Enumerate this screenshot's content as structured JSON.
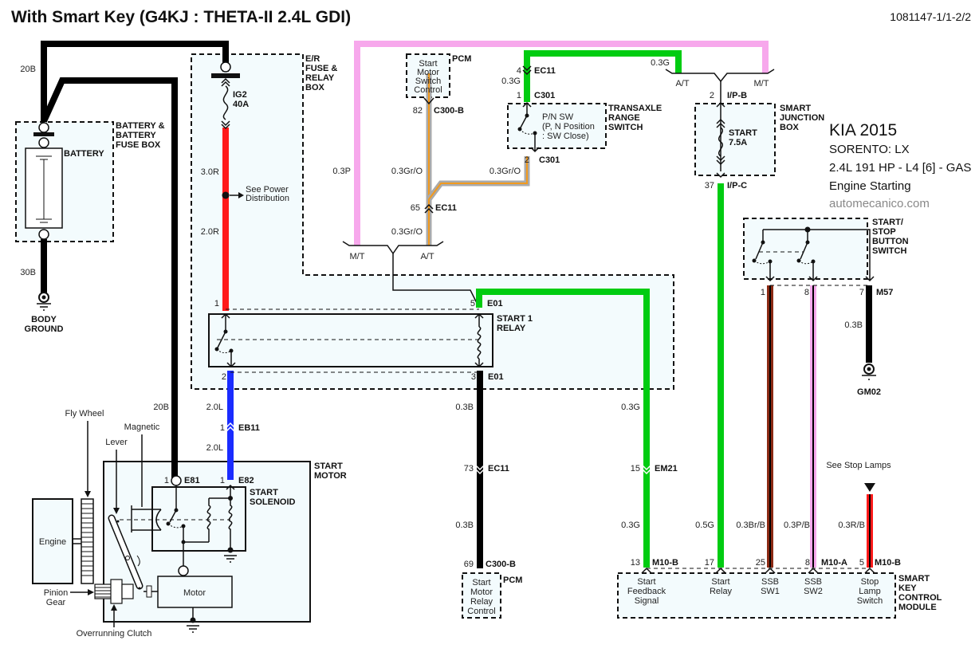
{
  "header": {
    "title": "With Smart Key (G4KJ : THETA-II 2.4L GDI)",
    "doc_id": "1081147-1/1-2/2"
  },
  "vehicle_info": {
    "make_year": "KIA 2015",
    "model": "SORENTO: LX",
    "engine": "2.4L 191 HP - L4  [6]  - GAS",
    "system": "Engine Starting",
    "source": "automecanico.com"
  },
  "colors": {
    "black": "#000000",
    "red": "#ff1a1a",
    "blue": "#1a2cff",
    "green": "#00cc11",
    "pink": "#f7a8ec",
    "gray_orange": "#aaaaaa",
    "orange": "#f29a1d",
    "brown": "#8b2a14",
    "box_fill": "#f3fbfd"
  },
  "components": {
    "battery_box": "BATTERY & BATTERY FUSE BOX",
    "battery": "BATTERY",
    "body_ground": "BODY GROUND",
    "er_box": [
      "E/R",
      "FUSE &",
      "RELAY",
      "BOX"
    ],
    "fuse_ig2": [
      "IG2",
      "40A"
    ],
    "see_power": [
      "See Power",
      "Distribution"
    ],
    "pcm_top": {
      "label": "PCM",
      "text": [
        "Start",
        "Motor",
        "Switch",
        "Control"
      ]
    },
    "transaxle": {
      "label": [
        "TRANSAXLE",
        "RANGE",
        "SWITCH"
      ],
      "text": [
        "P/N SW",
        "(P, N Position",
        ":  SW Close)"
      ]
    },
    "sjb": {
      "label": [
        "SMART",
        "JUNCTION",
        "BOX"
      ],
      "fuse": [
        "START",
        "7.5A"
      ]
    },
    "start1_relay": [
      "START 1",
      "RELAY"
    ],
    "start_stop": [
      "START/",
      "STOP",
      "BUTTON",
      "SWITCH"
    ],
    "gm02": "GM02",
    "start_motor": [
      "START",
      "MOTOR"
    ],
    "start_solenoid": [
      "START",
      "SOLENOID"
    ],
    "engine": "Engine",
    "motor": "Motor",
    "fly_wheel": "Fly Wheel",
    "magnetic": "Magnetic",
    "lever": "Lever",
    "pinion_gear": [
      "Pinion",
      "Gear"
    ],
    "overrunning_clutch": "Overrunning Clutch",
    "pcm_bottom": {
      "label": "PCM",
      "text": [
        "Start",
        "Motor",
        "Relay",
        "Control"
      ]
    },
    "skcm": {
      "label": [
        "SMART",
        "KEY",
        "CONTROL",
        "MODULE"
      ],
      "pins": [
        {
          "pin": "13",
          "text": [
            "Start",
            "Feedback",
            "Signal"
          ]
        },
        {
          "pin": "17",
          "text": [
            "Start",
            "Relay"
          ]
        },
        {
          "pin": "25",
          "text": [
            "SSB",
            "SW1"
          ]
        },
        {
          "pin": "8",
          "text": [
            "SSB",
            "SW2"
          ]
        },
        {
          "pin": "5",
          "text": [
            "Stop",
            "Lamp",
            "Switch"
          ]
        }
      ]
    },
    "see_stop_lamps": "See Stop Lamps"
  },
  "wires": {
    "w20B_top": "20B",
    "w20B_mid": "20B",
    "w30B": "30B",
    "w3_0R": "3.0R",
    "w2_0R": "2.0R",
    "w2_0L_a": "2.0L",
    "w2_0L_b": "2.0L",
    "w0_3P": "0.3P",
    "w0_3GrO_a": "0.3Gr/O",
    "w0_3GrO_b": "0.3Gr/O",
    "w0_3GrO_c": "0.3Gr/O",
    "w0_3G_a": "0.3G",
    "w0_3G_b": "0.3G",
    "w0_3G_c": "0.3G",
    "w0_3G_d": "0.3G",
    "w0_3B_a": "0.3B",
    "w0_3B_b": "0.3B",
    "w0_3B_c": "0.3B",
    "w0_5G": "0.5G",
    "w0_3BrB": "0.3Br/B",
    "w0_3PB": "0.3P/B",
    "w0_3RB": "0.3R/B"
  },
  "connectors": {
    "ec11_4": {
      "pin": "4",
      "name": "EC11"
    },
    "c301_1": {
      "pin": "1",
      "name": "C301"
    },
    "c301_2": {
      "pin": "2",
      "name": "C301"
    },
    "c300b_82": {
      "pin": "82",
      "name": "C300-B"
    },
    "ec11_65": {
      "pin": "65",
      "name": "EC11"
    },
    "ipb_2": {
      "pin": "2",
      "name": "I/P-B"
    },
    "ipc_37": {
      "pin": "37",
      "name": "I/P-C"
    },
    "e01_1": {
      "pin": "1",
      "name": ""
    },
    "e01_5": {
      "pin": "5",
      "name": "E01"
    },
    "e01_2": {
      "pin": "2",
      "name": ""
    },
    "e01_3": {
      "pin": "3",
      "name": "E01"
    },
    "eb11_1": {
      "pin": "1",
      "name": "EB11"
    },
    "e81_1": {
      "pin": "1",
      "name": "E81"
    },
    "e82_1": {
      "pin": "1",
      "name": "E82"
    },
    "ec11_73": {
      "pin": "73",
      "name": "EC11"
    },
    "em21_15": {
      "pin": "15",
      "name": "EM21"
    },
    "c300b_69": {
      "pin": "69",
      "name": "C300-B"
    },
    "m57_1": {
      "pin": "1",
      "name": ""
    },
    "m57_8": {
      "pin": "8",
      "name": ""
    },
    "m57_7": {
      "pin": "7",
      "name": "M57"
    },
    "m10b_13": {
      "pin": "13",
      "name": "M10-B"
    },
    "m10a_17": {
      "pin": "17",
      "name": ""
    },
    "m10a_25": {
      "pin": "25",
      "name": ""
    },
    "m10a_8": {
      "pin": "8",
      "name": "M10-A"
    },
    "m10b_5": {
      "pin": "5",
      "name": "M10-B"
    }
  },
  "splices": {
    "at": "A/T",
    "mt": "M/T"
  }
}
